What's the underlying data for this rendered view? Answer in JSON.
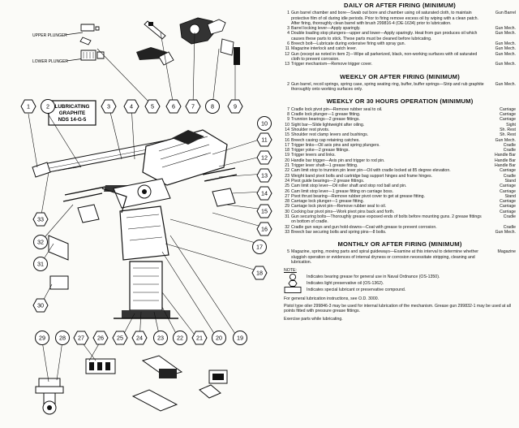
{
  "diagram": {
    "upper_plunger": "UPPER PLUNGER",
    "lower_plunger": "LOWER PLUNGER",
    "lube_box": [
      "LUBRICATING",
      "GRAPHITE",
      "NDS 14-G-5"
    ],
    "callouts": [
      "1",
      "2",
      "3",
      "4",
      "5",
      "6",
      "7",
      "8",
      "9",
      "10",
      "11",
      "12",
      "13",
      "14",
      "15",
      "16",
      "17",
      "18",
      "19",
      "20",
      "21",
      "22",
      "23",
      "24",
      "25",
      "26",
      "27",
      "28",
      "29",
      "30",
      "31",
      "32",
      "33"
    ]
  },
  "daily1": {
    "title": "DAILY OR AFTER FIRING (MINIMUM)",
    "items": [
      {
        "n": "1",
        "t": "Gun barrel chamber and bore—Swab out bore and chamber using oil saturated cloth, to maintain protective film of oil during idle periods. Prior to firing remove excess oil by wiping with a clean patch. After firing, thoroughly clean barrel with brush 299816-4 (OE-1634) prior to lubrication.",
        "tag": "Gun Barrel"
      },
      {
        "n": "3",
        "t": "Barrel locking lever—Apply sparingly.",
        "tag": "Gun Mech."
      },
      {
        "n": "4",
        "t": "Double loading stop plungers—upper and lower—Apply sparingly. Heat from gun produces oil which causes these parts to stick. These parts must be cleaned before lubricating.",
        "tag": "Gun Mech."
      },
      {
        "n": "6",
        "t": "Breech bolt—Lubricate during extensive firing with spray gun.",
        "tag": "Gun Mech."
      },
      {
        "n": "11",
        "t": "Magazine interlock and catch lever.",
        "tag": "Gun Mech."
      },
      {
        "n": "12",
        "t": "Gun (except as noted in item 2)—Wipe all parkerized, black, non-working surfaces with oil saturated cloth to prevent corrosion.",
        "tag": "Gun Mech."
      },
      {
        "n": "13",
        "t": "Trigger mechanism—Remove trigger cover.",
        "tag": "Gun Mech."
      }
    ]
  },
  "weekly1": {
    "title": "WEEKLY OR AFTER FIRING (MINIMUM)",
    "items": [
      {
        "n": "2",
        "t": "Gun barrel, recoil springs, spring case, spring seating ring, buffer, buffer springs—Strip and rub graphite thoroughly onto working surfaces only.",
        "tag": "Gun Mech."
      }
    ]
  },
  "weekly30": {
    "title": "WEEKLY OR 30 HOURS OPERATION (MINIMUM)",
    "items": [
      {
        "n": "7",
        "t": "Cradle lock pivot pin—Remove rubber seal to oil.",
        "tag": "Carriage"
      },
      {
        "n": "8",
        "t": "Cradle lock plunger—1 grease fitting.",
        "tag": "Carriage"
      },
      {
        "n": "9",
        "t": "Trunnion bearings—2 grease fittings.",
        "tag": "Carriage"
      },
      {
        "n": "10",
        "t": "Sight bar—Slide lightweight after oiling.",
        "tag": "Sight"
      },
      {
        "n": "14",
        "t": "Shoulder rest pivots.",
        "tag": "Sh. Rest"
      },
      {
        "n": "15",
        "t": "Shoulder rest clamp levers and bushings.",
        "tag": "Sh. Rest"
      },
      {
        "n": "16",
        "t": "Breech casing cap retaining catches.",
        "tag": "Gun Mech."
      },
      {
        "n": "17",
        "t": "Trigger links—Oil axis pins and spring plungers.",
        "tag": "Cradle"
      },
      {
        "n": "18",
        "t": "Trigger yoke—2 grease fittings.",
        "tag": "Cradle"
      },
      {
        "n": "19",
        "t": "Trigger levers and links.",
        "tag": "Handle Bar"
      },
      {
        "n": "20",
        "t": "Handle bar trigger—Axis pin and trigger to rod pin.",
        "tag": "Handle Bar"
      },
      {
        "n": "21",
        "t": "Trigger lever shaft—1 grease fitting.",
        "tag": "Handle Bar"
      },
      {
        "n": "22",
        "t": "Cam limit stop to trunnion pin lever pin—Oil with cradle locked at 85 degree elevation.",
        "tag": "Carriage"
      },
      {
        "n": "23",
        "t": "Weight band pivot bolts and cartridge bag support hinges and frame hinges.",
        "tag": "Cradle"
      },
      {
        "n": "24",
        "t": "Pivot guide bearings—2 grease fittings.",
        "tag": "Stand"
      },
      {
        "n": "25",
        "t": "Cam limit stop lever—Oil roller shaft and stop rod ball and pin.",
        "tag": "Carriage"
      },
      {
        "n": "26",
        "t": "Cam limit stop lever—1 grease fitting on carriage boss.",
        "tag": "Carriage"
      },
      {
        "n": "27",
        "t": "Pivot thrust bearing—Remove rubber pivot cover to get at grease fitting.",
        "tag": "Stand"
      },
      {
        "n": "28",
        "t": "Carriage lock plunger—1 grease fitting.",
        "tag": "Carriage"
      },
      {
        "n": "29",
        "t": "Carriage lock pivot pin—Remove rubber seal to oil.",
        "tag": "Carriage"
      },
      {
        "n": "30",
        "t": "Cocking bar pivot pins—Work pivot pins back and forth.",
        "tag": "Carriage"
      },
      {
        "n": "31",
        "t": "Gun securing bolts—Thoroughly grease exposed ends of bolts before mounting guns. 2 grease fittings on bottom of cradle.",
        "tag": "Cradle"
      },
      {
        "n": "32",
        "t": "Cradle gun ways and gun hold-downs—Coat with grease to prevent corrosion.",
        "tag": "Cradle"
      },
      {
        "n": "33",
        "t": "Breech bar securing bolts and spring pins—8 bolts.",
        "tag": "Gun Mech."
      }
    ]
  },
  "monthly": {
    "title": "MONTHLY OR AFTER FIRING (MINIMUM)",
    "items": [
      {
        "n": "5",
        "t": "Magazine, spring, moving parts and spiral guideways—Examine at this interval to determine whether sluggish operation or evidences of internal dryness or corrosion necessitate stripping, cleaning and lubrication.",
        "tag": "Magazine"
      }
    ]
  },
  "note": {
    "heading": "NOTE:",
    "legend": [
      {
        "shape": "circle",
        "text": "Indicates bearing grease for general use in Naval Ordnance (OS-1350)."
      },
      {
        "shape": "hexagon",
        "text": "Indicates light preservative oil (OS-1362)."
      },
      {
        "shape": "rectangle",
        "text": "Indicates special lubricant or preservative compound."
      }
    ],
    "footer": [
      "For general lubrication instructions, see O.D. 3000.",
      "Pistol type oiler 299846-3 may be used for internal lubrication of the mechanism. Grease gun 299832-1 may be used at all points fitted with pressure grease fittings.",
      "Exercise parts while lubricating."
    ]
  }
}
